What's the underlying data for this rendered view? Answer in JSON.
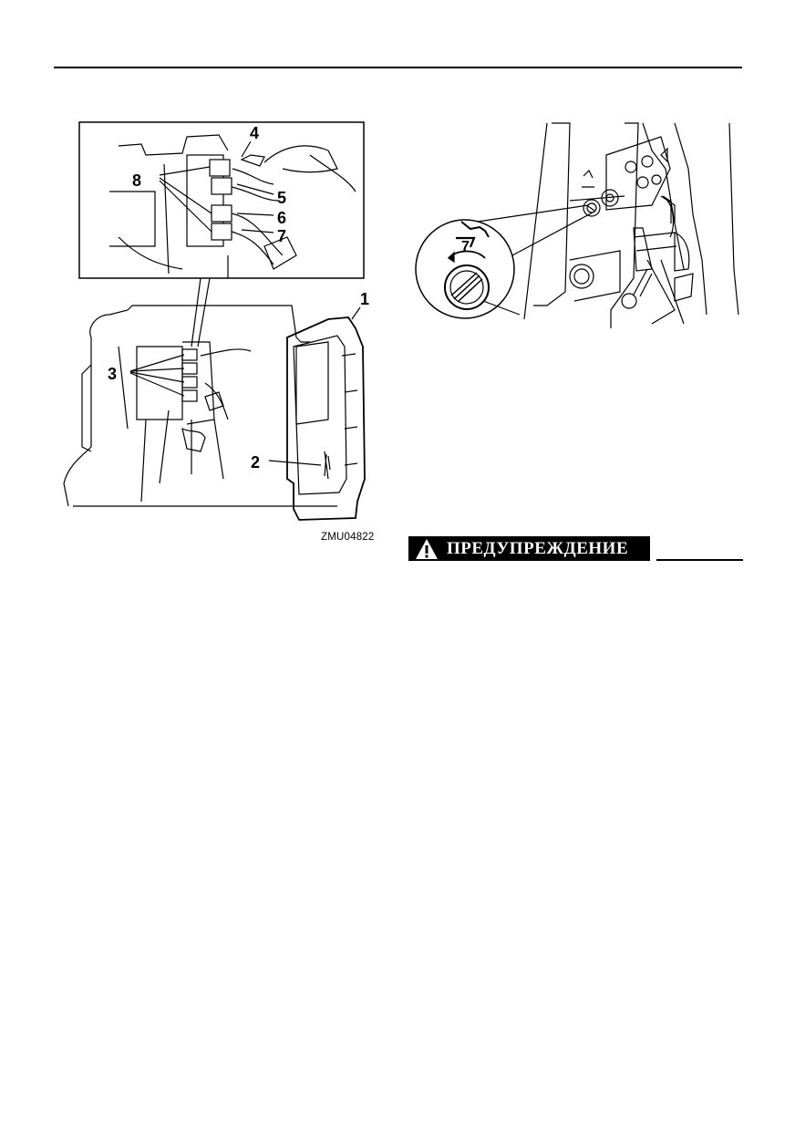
{
  "figure_left": {
    "callouts": [
      "1",
      "2",
      "3",
      "4",
      "5",
      "6",
      "7",
      "8"
    ],
    "image_code": "ZMU04822"
  },
  "figure_right": {
    "icon": "trim-tab-screwdriver-icon",
    "callout": "7"
  },
  "warning": {
    "label": "ПРЕДУПРЕЖДЕНИЕ",
    "icon": "warning-triangle-icon"
  }
}
